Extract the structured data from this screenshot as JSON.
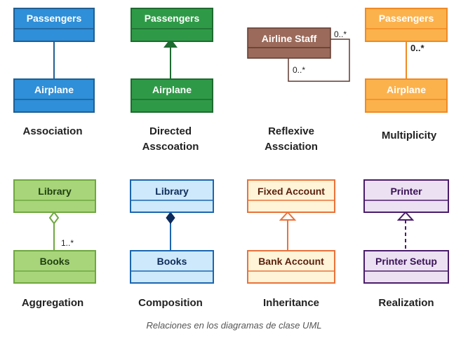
{
  "colors": {
    "blue_fill": "#2f8fd8",
    "blue_stroke": "#1f5f94",
    "green_fill": "#2e9a47",
    "green_stroke": "#1e6b31",
    "brown_fill": "#9b6a5a",
    "brown_stroke": "#5e3a30",
    "orange_fill": "#fcb24c",
    "orange_stroke": "#f08a24",
    "lime_fill": "#a8d57a",
    "lime_stroke": "#6fa83f",
    "lightblue_fill": "#cde9fb",
    "lightblue_stroke": "#1b66b0",
    "cream_fill": "#fff4d8",
    "cream_stroke": "#e9723a",
    "lavender_fill": "#ece1f3",
    "lavender_stroke": "#4a1c6b",
    "text_dark": "#222222"
  },
  "diagrams": {
    "association": {
      "top": "Passengers",
      "bottom": "Airplane",
      "caption": "Association"
    },
    "directed": {
      "top": "Passengers",
      "bottom": "Airplane",
      "caption_line1": "Directed",
      "caption_line2": "Asscoation"
    },
    "reflexive": {
      "box": "Airline Staff",
      "mult_top": "0..*",
      "mult_bottom": "0..*",
      "caption_line1": "Reflexive",
      "caption_line2": "Assciation"
    },
    "multiplicity": {
      "top": "Passengers",
      "bottom": "Airplane",
      "mult": "0..*",
      "caption": "Multiplicity"
    },
    "aggregation": {
      "top": "Library",
      "bottom": "Books",
      "mult": "1..*",
      "caption": "Aggregation"
    },
    "composition": {
      "top": "Library",
      "bottom": "Books",
      "caption": "Composition"
    },
    "inheritance": {
      "top": "Fixed Account",
      "bottom": "Bank Account",
      "caption": "Inheritance"
    },
    "realization": {
      "top": "Printer",
      "bottom": "Printer Setup",
      "caption": "Realization"
    }
  },
  "figure_caption": "Relaciones en los diagramas de clase UML"
}
